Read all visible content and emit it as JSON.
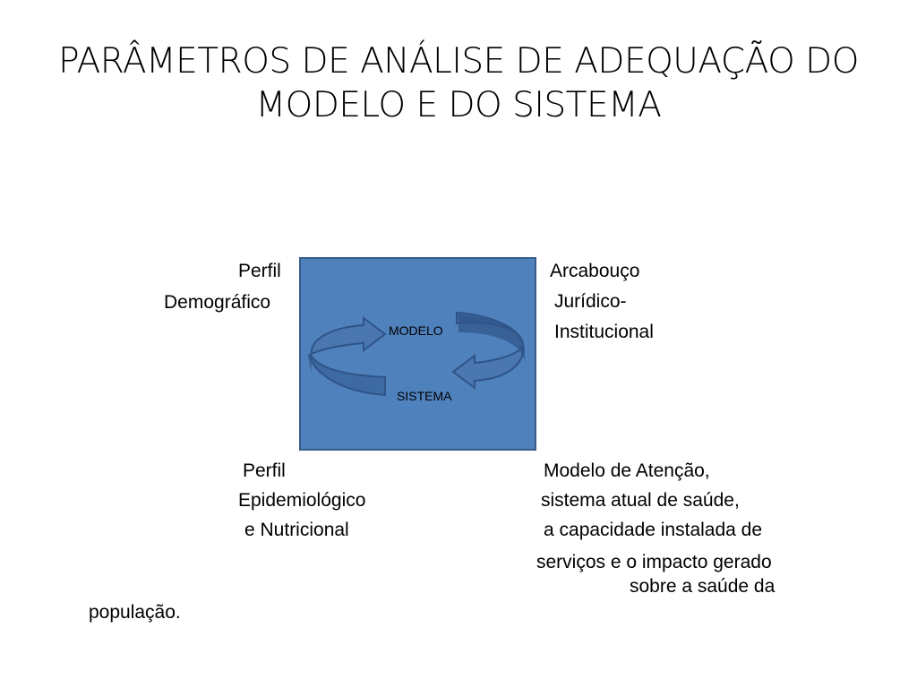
{
  "title": {
    "line1": "PARÂMETROS DE ANÁLISE DE ADEQUAÇÃO DO",
    "line2": "MODELO E DO SISTEMA"
  },
  "diagram": {
    "center": {
      "top_label": "MODELO",
      "bottom_label": "SISTEMA"
    },
    "top_left": {
      "line1": "Perfil",
      "line2": "Demográfico"
    },
    "top_right": {
      "line1": "Arcabouço",
      "line2": "Jurídico-",
      "line3": "Institucional"
    },
    "bottom_left": {
      "line1": "Perfil",
      "line2": "Epidemiológico",
      "line3": "e Nutricional"
    },
    "bottom_right": {
      "line1": "Modelo de Atenção,",
      "line2": "sistema atual de saúde,",
      "line3": "a capacidade instalada de",
      "line4": "serviços e o impacto gerado",
      "line5": "sobre a saúde da",
      "line6": "população."
    },
    "colors": {
      "box_fill": "#4f81bd",
      "box_border": "#385d8a",
      "arrow_fill": "#4a77b0",
      "arrow_dark": "#2f5487"
    }
  }
}
